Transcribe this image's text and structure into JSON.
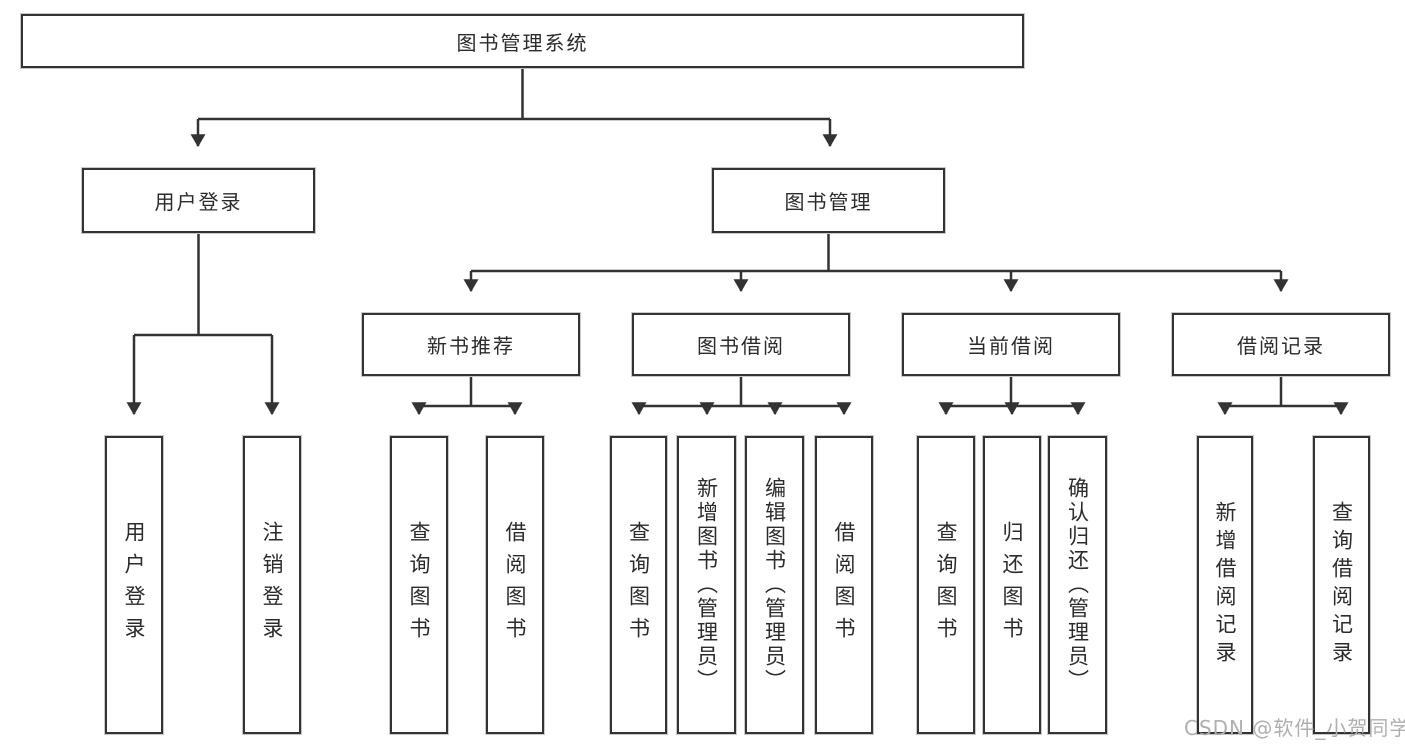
{
  "tree": {
    "root": "图书管理系统",
    "l2": {
      "userLogin": {
        "label": "用户登录",
        "children": [
          "用户登录",
          "注销登录"
        ]
      },
      "bookMgmt": {
        "label": "图书管理"
      }
    },
    "l3": {
      "newBooks": {
        "label": "新书推荐",
        "children": [
          "查询图书",
          "借阅图书"
        ]
      },
      "borrow": {
        "label": "图书借阅",
        "children": [
          "查询图书",
          "新增图书（管理员）",
          "编辑图书（管理员）",
          "借阅图书"
        ]
      },
      "current": {
        "label": "当前借阅",
        "children": [
          "查询图书",
          "归还图书",
          "确认归还（管理员）"
        ]
      },
      "records": {
        "label": "借阅记录",
        "children": [
          "新增借阅记录",
          "查询借阅记录"
        ]
      }
    }
  },
  "watermark": {
    "text": "CSDN @软件_小贺同学"
  },
  "colors": {
    "line": "#333333",
    "box_border": "#333333",
    "box_halo": "#c9c9c9",
    "background": "#ffffff",
    "text": "#2b2b2b",
    "watermark": "#b0afae"
  }
}
